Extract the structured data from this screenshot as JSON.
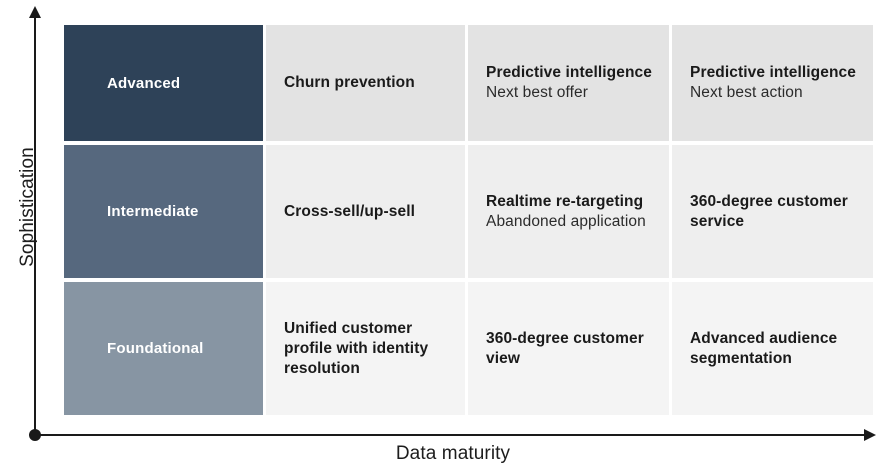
{
  "axes": {
    "y_label": "Sophistication",
    "x_label": "Data maturity"
  },
  "colors": {
    "axis": "#1a1a1a",
    "row_advanced_label_bg": "#2e4258",
    "row_intermediate_label_bg": "#56687e",
    "row_foundational_label_bg": "#8795a3",
    "row_advanced_cell_bg": "#e3e3e3",
    "row_intermediate_cell_bg": "#eeeeee",
    "row_foundational_cell_bg": "#f4f4f4",
    "label_text": "#ffffff",
    "cell_text": "#1a1a1a"
  },
  "matrix": {
    "rows": [
      {
        "label": "Advanced",
        "cells": [
          {
            "title": "Churn prevention",
            "subtitle": ""
          },
          {
            "title": "Predictive intelligence",
            "subtitle": "Next best offer"
          },
          {
            "title": "Predictive intelligence",
            "subtitle": "Next best action"
          }
        ]
      },
      {
        "label": "Intermediate",
        "cells": [
          {
            "title": "Cross-sell/up-sell",
            "subtitle": ""
          },
          {
            "title": "Realtime re-targeting",
            "subtitle": "Abandoned application"
          },
          {
            "title": "360-degree customer service",
            "subtitle": ""
          }
        ]
      },
      {
        "label": "Foundational",
        "cells": [
          {
            "title": "Unified customer profile with identity resolution",
            "subtitle": ""
          },
          {
            "title": "360-degree customer view",
            "subtitle": ""
          },
          {
            "title": "Advanced audience segmentation",
            "subtitle": ""
          }
        ]
      }
    ]
  }
}
